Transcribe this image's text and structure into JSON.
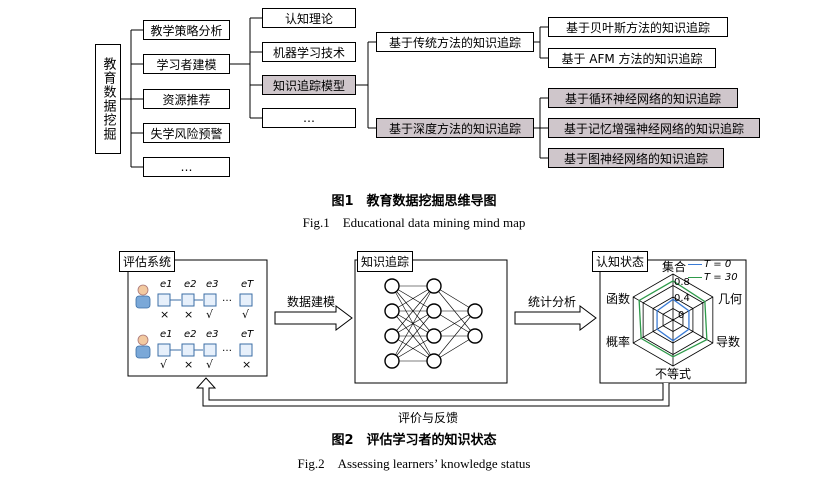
{
  "figure1": {
    "root": "教育数据挖掘",
    "level1": [
      "教学策略分析",
      "学习者建模",
      "资源推荐",
      "失学风险预警",
      "…"
    ],
    "level2": [
      "认知理论",
      "机器学习技术",
      "知识追踪模型",
      "…"
    ],
    "level3": [
      "基于传统方法的知识追踪",
      "基于深度方法的知识追踪"
    ],
    "level4_traditional": [
      "基于贝叶斯方法的知识追踪",
      "基于 AFM 方法的知识追踪"
    ],
    "level4_deep": [
      "基于循环神经网络的知识追踪",
      "基于记忆增强神经网络的知识追踪",
      "基于图神经网络的知识追踪"
    ],
    "caption_cn": "图1　教育数据挖掘思维导图",
    "caption_en": "Fig.1　Educational data mining mind map"
  },
  "figure2": {
    "eval_system": "评估系统",
    "exercise_labels": [
      "e1",
      "e2",
      "e3",
      "…",
      "eT"
    ],
    "row1_marks": [
      "×",
      "×",
      "√",
      "",
      "√"
    ],
    "row2_marks": [
      "√",
      "×",
      "√",
      "",
      "×"
    ],
    "arrow1_label": "数据建模",
    "knowledge_tracing": "知识追踪",
    "arrow2_label": "统计分析",
    "cognitive_state": "认知状态",
    "radar_axes": [
      "集合",
      "几何",
      "导数",
      "不等式",
      "概率",
      "函数"
    ],
    "radar_ticks": [
      "0.8",
      "0.4",
      "0"
    ],
    "legend": [
      "T = 0",
      "T = 30"
    ],
    "feedback_label": "评价与反馈",
    "caption_cn": "图2　评估学习者的知识状态",
    "caption_en": "Fig.2　Assessing learners’ knowledge status"
  },
  "colors": {
    "highlight": "#cfc6cb",
    "series_t0": "#3a7bd5",
    "series_t30": "#2e9a4a"
  }
}
